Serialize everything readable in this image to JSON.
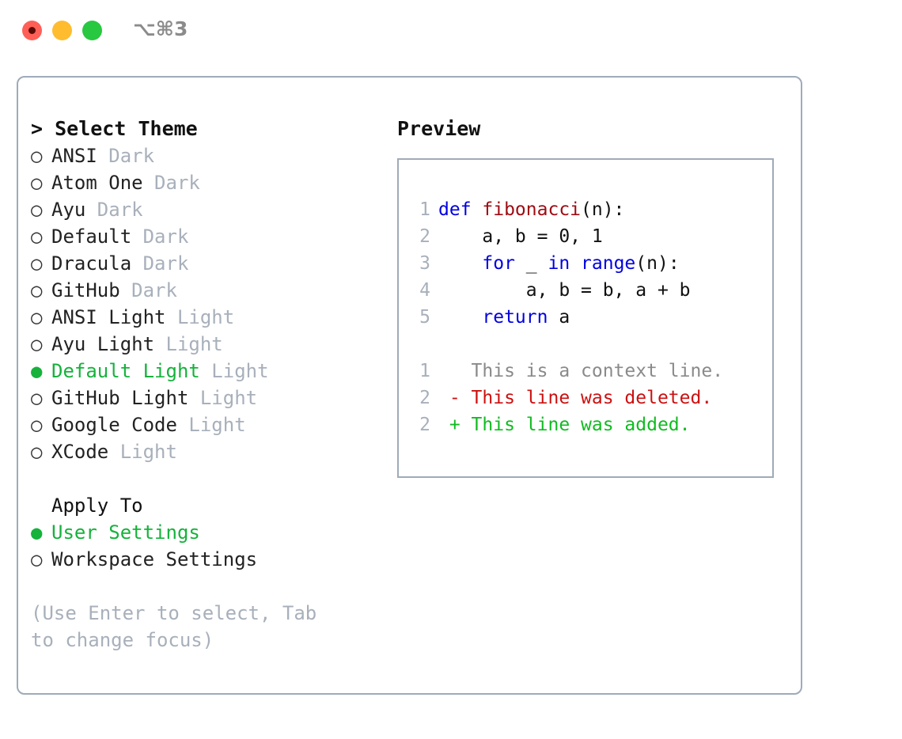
{
  "titlebar": {
    "shortcut": "⌥⌘3",
    "buttons": [
      {
        "name": "close",
        "color": "#ff5f57"
      },
      {
        "name": "minimize",
        "color": "#febc2e"
      },
      {
        "name": "maximize",
        "color": "#28c840"
      }
    ]
  },
  "theme_list": {
    "heading": "> Select Theme",
    "bullet_selected": "●",
    "bullet_unselected": "○",
    "selected_color": "#16b23c",
    "items": [
      {
        "bullet": "○",
        "label": "ANSI",
        "tag": "Dark",
        "selected": false
      },
      {
        "bullet": "○",
        "label": "Atom One",
        "tag": "Dark",
        "selected": false
      },
      {
        "bullet": "○",
        "label": "Ayu",
        "tag": "Dark",
        "selected": false
      },
      {
        "bullet": "○",
        "label": "Default",
        "tag": "Dark",
        "selected": false
      },
      {
        "bullet": "○",
        "label": "Dracula",
        "tag": "Dark",
        "selected": false
      },
      {
        "bullet": "○",
        "label": "GitHub",
        "tag": "Dark",
        "selected": false
      },
      {
        "bullet": "○",
        "label": "ANSI Light",
        "tag": "Light",
        "selected": false
      },
      {
        "bullet": "○",
        "label": "Ayu Light",
        "tag": "Light",
        "selected": false
      },
      {
        "bullet": "●",
        "label": "Default Light",
        "tag": "Light",
        "selected": true
      },
      {
        "bullet": "○",
        "label": "GitHub Light",
        "tag": "Light",
        "selected": false
      },
      {
        "bullet": "○",
        "label": "Google Code",
        "tag": "Light",
        "selected": false
      },
      {
        "bullet": "○",
        "label": "XCode",
        "tag": "Light",
        "selected": false
      }
    ]
  },
  "apply_to": {
    "heading": "Apply To",
    "items": [
      {
        "bullet": "●",
        "label": "User Settings",
        "selected": true
      },
      {
        "bullet": "○",
        "label": "Workspace Settings",
        "selected": false
      }
    ]
  },
  "hint": "(Use Enter to select, Tab to change focus)",
  "preview": {
    "title": "Preview",
    "code_lines": [
      {
        "number": "1",
        "tokens": [
          {
            "text": "def ",
            "type": "kw"
          },
          {
            "text": "fibonacci",
            "type": "fn"
          },
          {
            "text": "(n):",
            "type": "txt"
          }
        ]
      },
      {
        "number": "2",
        "tokens": [
          {
            "text": "    a, b = 0, 1",
            "type": "txt"
          }
        ]
      },
      {
        "number": "3",
        "tokens": [
          {
            "text": "    ",
            "type": "txt"
          },
          {
            "text": "for",
            "type": "kw"
          },
          {
            "text": " _ ",
            "type": "txt"
          },
          {
            "text": "in ",
            "type": "kw"
          },
          {
            "text": "range",
            "type": "kw"
          },
          {
            "text": "(n):",
            "type": "txt"
          }
        ]
      },
      {
        "number": "4",
        "tokens": [
          {
            "text": "        a, b = b, a + b",
            "type": "txt"
          }
        ]
      },
      {
        "number": "5",
        "tokens": [
          {
            "text": "    ",
            "type": "txt"
          },
          {
            "text": "return",
            "type": "kw"
          },
          {
            "text": " a",
            "type": "txt"
          }
        ]
      }
    ],
    "diff_lines": [
      {
        "number": "1",
        "marker": " ",
        "text": " This is a context line.",
        "type": "ctx"
      },
      {
        "number": "2",
        "marker": "-",
        "text": " This line was deleted.",
        "type": "del"
      },
      {
        "number": "2",
        "marker": "+",
        "text": " This line was added.",
        "type": "add"
      }
    ]
  },
  "colors": {
    "keyword": "#0000e0",
    "function": "#9e0b12",
    "text": "#111111",
    "line_number": "#a8b0bb",
    "context": "#8a8a8a",
    "deleted": "#cc1111",
    "added": "#11bb22",
    "muted": "#a8b0bb",
    "border": "#9fabb9",
    "selected": "#16b23c"
  }
}
